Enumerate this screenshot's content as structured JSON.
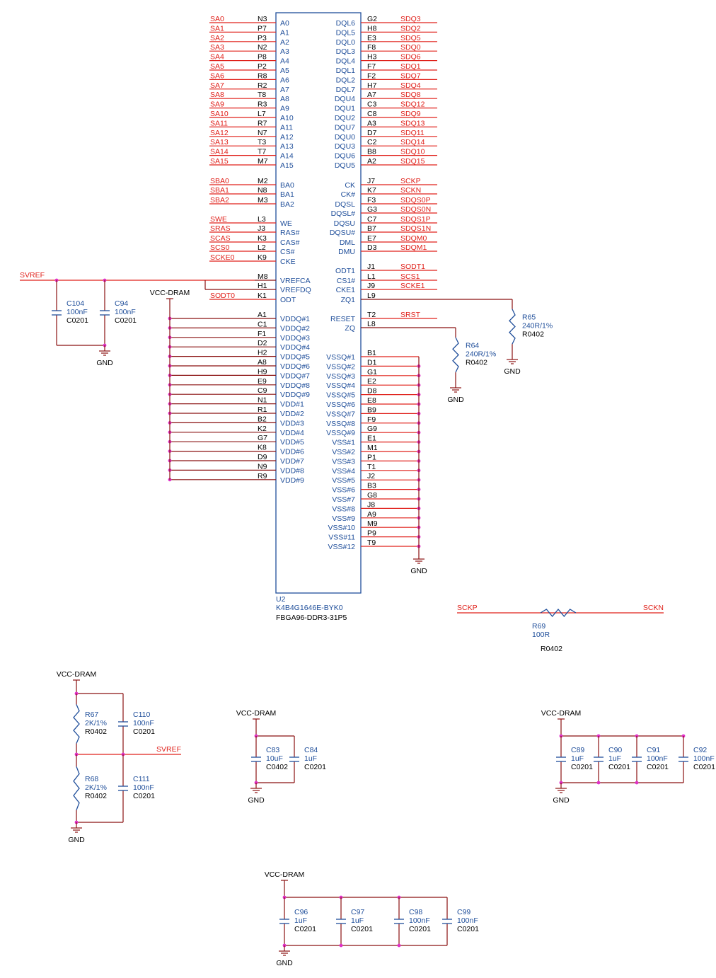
{
  "chip": {
    "ref": "U2",
    "part": "K4B4G1646E-BYK0",
    "package": "FBGA96-DDR3-31P5",
    "left_pins": [
      {
        "net": "SA0",
        "pin": "N3",
        "label": "A0"
      },
      {
        "net": "SA1",
        "pin": "P7",
        "label": "A1"
      },
      {
        "net": "SA2",
        "pin": "P3",
        "label": "A2"
      },
      {
        "net": "SA3",
        "pin": "N2",
        "label": "A3"
      },
      {
        "net": "SA4",
        "pin": "P8",
        "label": "A4"
      },
      {
        "net": "SA5",
        "pin": "P2",
        "label": "A5"
      },
      {
        "net": "SA6",
        "pin": "R8",
        "label": "A6"
      },
      {
        "net": "SA7",
        "pin": "R2",
        "label": "A7"
      },
      {
        "net": "SA8",
        "pin": "T8",
        "label": "A8"
      },
      {
        "net": "SA9",
        "pin": "R3",
        "label": "A9"
      },
      {
        "net": "SA10",
        "pin": "L7",
        "label": "A10"
      },
      {
        "net": "SA11",
        "pin": "R7",
        "label": "A11"
      },
      {
        "net": "SA12",
        "pin": "N7",
        "label": "A12"
      },
      {
        "net": "SA13",
        "pin": "T3",
        "label": "A13"
      },
      {
        "net": "SA14",
        "pin": "T7",
        "label": "A14"
      },
      {
        "net": "SA15",
        "pin": "M7",
        "label": "A15"
      },
      {
        "net": "SBA0",
        "pin": "M2",
        "label": "BA0"
      },
      {
        "net": "SBA1",
        "pin": "N8",
        "label": "BA1"
      },
      {
        "net": "SBA2",
        "pin": "M3",
        "label": "BA2"
      },
      {
        "net": "SWE",
        "pin": "L3",
        "label": "WE"
      },
      {
        "net": "SRAS",
        "pin": "J3",
        "label": "RAS#"
      },
      {
        "net": "SCAS",
        "pin": "K3",
        "label": "CAS#"
      },
      {
        "net": "SCS0",
        "pin": "L2",
        "label": "CS#"
      },
      {
        "net": "SCKE0",
        "pin": "K9",
        "label": "CKE"
      },
      {
        "net": "",
        "pin": "M8",
        "label": "VREFCA"
      },
      {
        "net": "",
        "pin": "H1",
        "label": "VREFDQ"
      },
      {
        "net": "SODT0",
        "pin": "K1",
        "label": "ODT"
      },
      {
        "net": "",
        "pin": "A1",
        "label": "VDDQ#1"
      },
      {
        "net": "",
        "pin": "C1",
        "label": "VDDQ#2"
      },
      {
        "net": "",
        "pin": "F1",
        "label": "VDDQ#3"
      },
      {
        "net": "",
        "pin": "D2",
        "label": "VDDQ#4"
      },
      {
        "net": "",
        "pin": "H2",
        "label": "VDDQ#5"
      },
      {
        "net": "",
        "pin": "A8",
        "label": "VDDQ#6"
      },
      {
        "net": "",
        "pin": "H9",
        "label": "VDDQ#7"
      },
      {
        "net": "",
        "pin": "E9",
        "label": "VDDQ#8"
      },
      {
        "net": "",
        "pin": "C9",
        "label": "VDDQ#9"
      },
      {
        "net": "",
        "pin": "N1",
        "label": "VDD#1"
      },
      {
        "net": "",
        "pin": "R1",
        "label": "VDD#2"
      },
      {
        "net": "",
        "pin": "B2",
        "label": "VDD#3"
      },
      {
        "net": "",
        "pin": "K2",
        "label": "VDD#4"
      },
      {
        "net": "",
        "pin": "G7",
        "label": "VDD#5"
      },
      {
        "net": "",
        "pin": "K8",
        "label": "VDD#6"
      },
      {
        "net": "",
        "pin": "D9",
        "label": "VDD#7"
      },
      {
        "net": "",
        "pin": "N9",
        "label": "VDD#8"
      },
      {
        "net": "",
        "pin": "R9",
        "label": "VDD#9"
      }
    ],
    "right_pins": [
      {
        "label": "DQL6",
        "pin": "G2",
        "net": "SDQ3"
      },
      {
        "label": "DQL5",
        "pin": "H8",
        "net": "SDQ2"
      },
      {
        "label": "DQL0",
        "pin": "E3",
        "net": "SDQ5"
      },
      {
        "label": "DQL3",
        "pin": "F8",
        "net": "SDQ0"
      },
      {
        "label": "DQL4",
        "pin": "H3",
        "net": "SDQ6"
      },
      {
        "label": "DQL1",
        "pin": "F7",
        "net": "SDQ1"
      },
      {
        "label": "DQL2",
        "pin": "F2",
        "net": "SDQ7"
      },
      {
        "label": "DQL7",
        "pin": "H7",
        "net": "SDQ4"
      },
      {
        "label": "DQU4",
        "pin": "A7",
        "net": "SDQ8"
      },
      {
        "label": "DQU1",
        "pin": "C3",
        "net": "SDQ12"
      },
      {
        "label": "DQU2",
        "pin": "C8",
        "net": "SDQ9"
      },
      {
        "label": "DQU7",
        "pin": "A3",
        "net": "SDQ13"
      },
      {
        "label": "DQU0",
        "pin": "D7",
        "net": "SDQ11"
      },
      {
        "label": "DQU3",
        "pin": "C2",
        "net": "SDQ14"
      },
      {
        "label": "DQU6",
        "pin": "B8",
        "net": "SDQ10"
      },
      {
        "label": "DQU5",
        "pin": "A2",
        "net": "SDQ15"
      },
      {
        "label": "CK",
        "pin": "J7",
        "net": "SCKP"
      },
      {
        "label": "CK#",
        "pin": "K7",
        "net": "SCKN"
      },
      {
        "label": "DQSL",
        "pin": "F3",
        "net": "SDQS0P"
      },
      {
        "label": "DQSL#",
        "pin": "G3",
        "net": "SDQS0N"
      },
      {
        "label": "DQSU",
        "pin": "C7",
        "net": "SDQS1P"
      },
      {
        "label": "DQSU#",
        "pin": "B7",
        "net": "SDQS1N"
      },
      {
        "label": "DML",
        "pin": "E7",
        "net": "SDQM0"
      },
      {
        "label": "DMU",
        "pin": "D3",
        "net": "SDQM1"
      },
      {
        "label": "ODT1",
        "pin": "J1",
        "net": "SODT1"
      },
      {
        "label": "CS1#",
        "pin": "L1",
        "net": "SCS1"
      },
      {
        "label": "CKE1",
        "pin": "J9",
        "net": "SCKE1"
      },
      {
        "label": "ZQ1",
        "pin": "L9",
        "net": ""
      },
      {
        "label": "RESET",
        "pin": "T2",
        "net": "SRST"
      },
      {
        "label": "ZQ",
        "pin": "L8",
        "net": ""
      },
      {
        "label": "VSSQ#1",
        "pin": "B1",
        "net": ""
      },
      {
        "label": "VSSQ#2",
        "pin": "D1",
        "net": ""
      },
      {
        "label": "VSSQ#3",
        "pin": "G1",
        "net": ""
      },
      {
        "label": "VSSQ#4",
        "pin": "E2",
        "net": ""
      },
      {
        "label": "VSSQ#5",
        "pin": "D8",
        "net": ""
      },
      {
        "label": "VSSQ#6",
        "pin": "E8",
        "net": ""
      },
      {
        "label": "VSSQ#7",
        "pin": "B9",
        "net": ""
      },
      {
        "label": "VSSQ#8",
        "pin": "F9",
        "net": ""
      },
      {
        "label": "VSSQ#9",
        "pin": "G9",
        "net": ""
      },
      {
        "label": "VSS#1",
        "pin": "E1",
        "net": ""
      },
      {
        "label": "VSS#2",
        "pin": "M1",
        "net": ""
      },
      {
        "label": "VSS#3",
        "pin": "P1",
        "net": ""
      },
      {
        "label": "VSS#4",
        "pin": "T1",
        "net": ""
      },
      {
        "label": "VSS#5",
        "pin": "J2",
        "net": ""
      },
      {
        "label": "VSS#6",
        "pin": "B3",
        "net": ""
      },
      {
        "label": "VSS#7",
        "pin": "G8",
        "net": ""
      },
      {
        "label": "VSS#8",
        "pin": "J8",
        "net": ""
      },
      {
        "label": "VSS#9",
        "pin": "A9",
        "net": ""
      },
      {
        "label": "VSS#10",
        "pin": "M9",
        "net": ""
      },
      {
        "label": "VSS#11",
        "pin": "P9",
        "net": ""
      },
      {
        "label": "VSS#12",
        "pin": "T9",
        "net": ""
      }
    ]
  },
  "nets": {
    "svref": "SVREF",
    "vcc": "VCC-DRAM",
    "gnd": "GND",
    "sckp": "SCKP",
    "sckn": "SCKN"
  },
  "components": {
    "C104": {
      "ref": "C104",
      "value": "100nF",
      "pkg": "C0201"
    },
    "C94": {
      "ref": "C94",
      "value": "100nF",
      "pkg": "C0201"
    },
    "R65": {
      "ref": "R65",
      "value": "240R/1%",
      "pkg": "R0402"
    },
    "R64": {
      "ref": "R64",
      "value": "240R/1%",
      "pkg": "R0402"
    },
    "R69": {
      "ref": "R69",
      "value": "100R",
      "pkg": "R0402"
    },
    "R67": {
      "ref": "R67",
      "value": "2K/1%",
      "pkg": "R0402"
    },
    "R68": {
      "ref": "R68",
      "value": "2K/1%",
      "pkg": "R0402"
    },
    "C110": {
      "ref": "C110",
      "value": "100nF",
      "pkg": "C0201"
    },
    "C111": {
      "ref": "C111",
      "value": "100nF",
      "pkg": "C0201"
    },
    "C83": {
      "ref": "C83",
      "value": "10uF",
      "pkg": "C0402"
    },
    "C84": {
      "ref": "C84",
      "value": "1uF",
      "pkg": "C0201"
    },
    "C89": {
      "ref": "C89",
      "value": "1uF",
      "pkg": "C0201"
    },
    "C90": {
      "ref": "C90",
      "value": "1uF",
      "pkg": "C0201"
    },
    "C91": {
      "ref": "C91",
      "value": "100nF",
      "pkg": "C0201"
    },
    "C92": {
      "ref": "C92",
      "value": "100nF",
      "pkg": "C0201"
    },
    "C96": {
      "ref": "C96",
      "value": "1uF",
      "pkg": "C0201"
    },
    "C97": {
      "ref": "C97",
      "value": "1uF",
      "pkg": "C0201"
    },
    "C98": {
      "ref": "C98",
      "value": "100nF",
      "pkg": "C0201"
    },
    "C99": {
      "ref": "C99",
      "value": "100nF",
      "pkg": "C0201"
    }
  },
  "colors": {
    "net_label": "#e0201a",
    "part_text": "#1f4e9a",
    "wire": "#8a1010",
    "junction": "#e030c8"
  }
}
